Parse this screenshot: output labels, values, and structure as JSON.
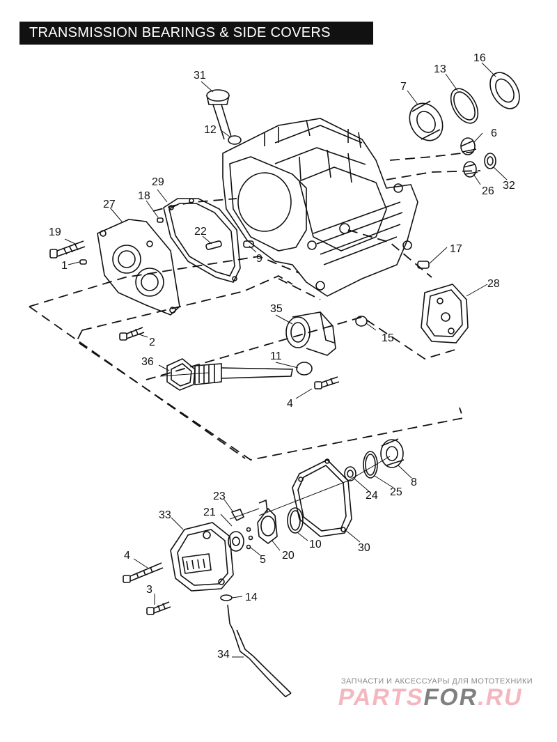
{
  "title": "TRANSMISSION BEARINGS & SIDE COVERS",
  "labels": {
    "p1": "1",
    "p2": "2",
    "p3": "3",
    "p4a": "4",
    "p4b": "4",
    "p5": "5",
    "p6": "6",
    "p7": "7",
    "p8": "8",
    "p9": "9",
    "p10": "10",
    "p11": "11",
    "p12": "12",
    "p13": "13",
    "p14": "14",
    "p15": "15",
    "p16": "16",
    "p17": "17",
    "p18": "18",
    "p19": "19",
    "p20": "20",
    "p21": "21",
    "p22": "22",
    "p23": "23",
    "p24": "24",
    "p25": "25",
    "p26": "26",
    "p27": "27",
    "p28": "28",
    "p29": "29",
    "p30": "30",
    "p31": "31",
    "p32": "32",
    "p33": "33",
    "p34": "34",
    "p35": "35",
    "p36": "36"
  },
  "watermark": {
    "tagline": "ЗАПЧАСТИ И АКСЕССУАРЫ ДЛЯ МОТОТЕХНИКИ",
    "brand_part1": "PARTS",
    "brand_part2": "FOR",
    "brand_part3": ".RU"
  },
  "colors": {
    "line": "#111111",
    "title_bg": "#111111",
    "title_fg": "#ffffff",
    "watermark_red": "#f4b7bf"
  }
}
